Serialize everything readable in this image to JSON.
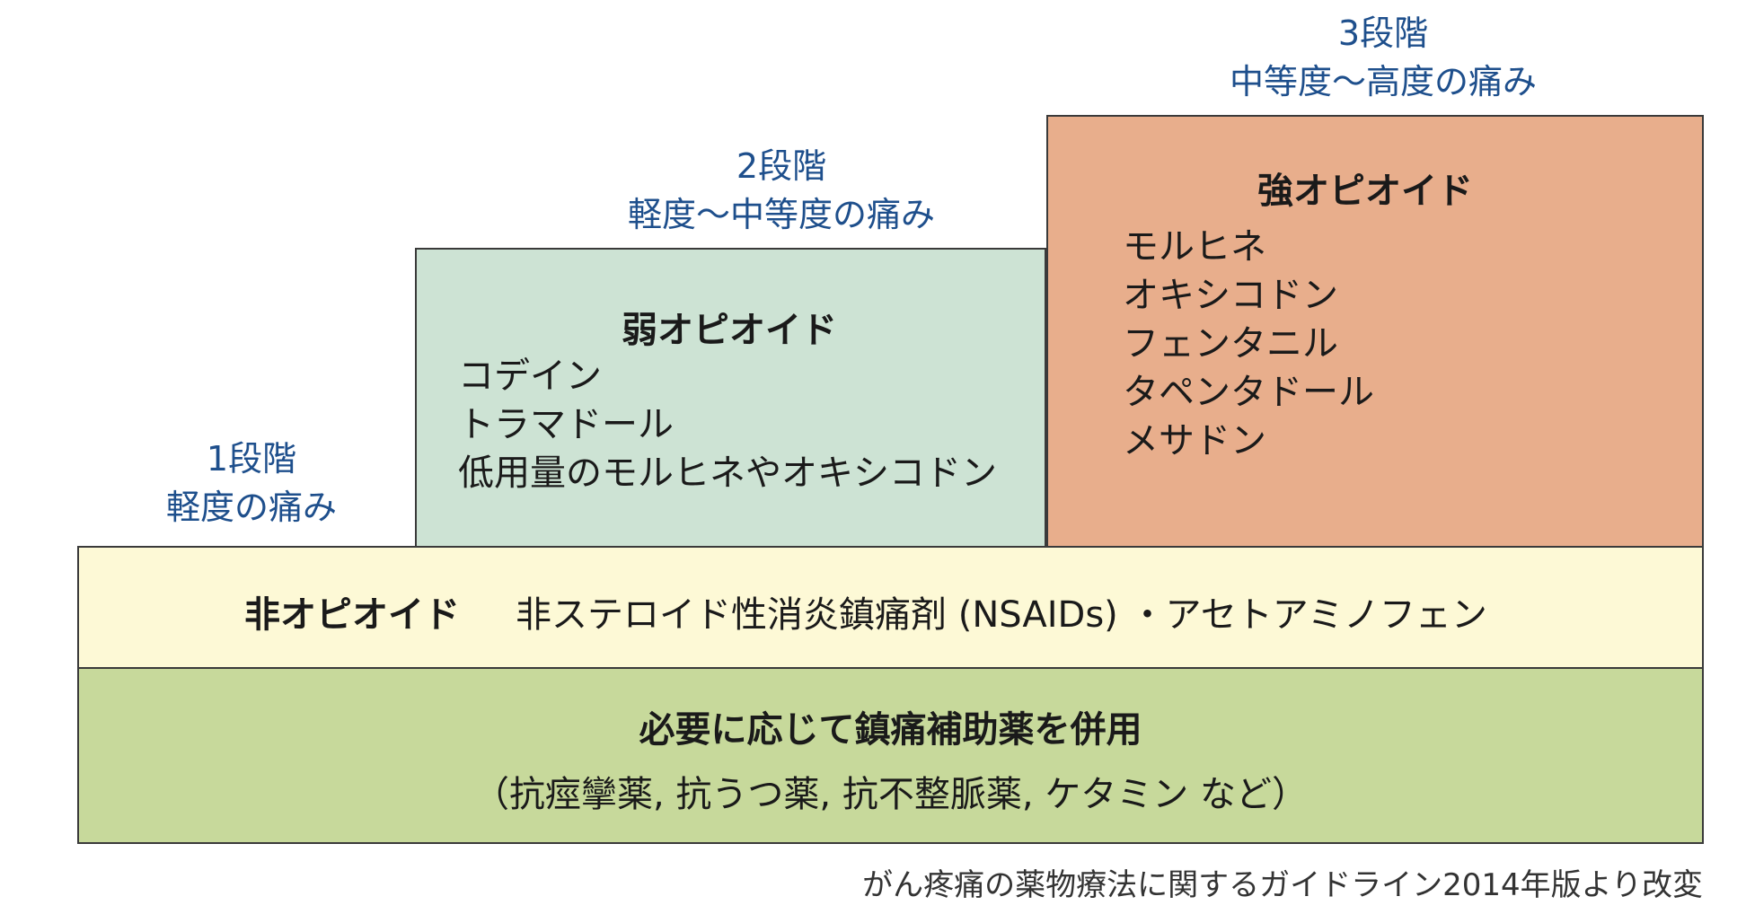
{
  "steps": [
    {
      "label": "1段階",
      "description": "軽度の痛み"
    },
    {
      "label": "2段階",
      "description": "軽度～中等度の痛み"
    },
    {
      "label": "3段階",
      "description": "中等度～高度の痛み"
    }
  ],
  "weak_opioid": {
    "title": "弱オピオイド",
    "drugs": [
      "コデイン",
      "トラマドール",
      "低用量のモルヒネやオキシコドン"
    ]
  },
  "strong_opioid": {
    "title": "強オピオイド",
    "drugs": [
      "モルヒネ",
      "オキシコドン",
      "フェンタニル",
      "タペンタドール",
      "メサドン"
    ]
  },
  "non_opioid": {
    "title": "非オピオイド",
    "description": "非ステロイド性消炎鎮痛剤 (NSAIDs) ・アセトアミノフェン"
  },
  "adjuvant": {
    "title": "必要に応じて鎮痛補助薬を併用",
    "note": "（抗痙攣薬, 抗うつ薬, 抗不整脈薬, ケタミン など）"
  },
  "source": "がん疼痛の薬物療法に関するガイドライン2014年版より改変",
  "colors": {
    "step_label": "#1e4f8c",
    "weak_box": "#cde3d4",
    "strong_box": "#e8ae8c",
    "non_opioid_box": "#fdf9d6",
    "adjuvant_box": "#c7d99b"
  }
}
